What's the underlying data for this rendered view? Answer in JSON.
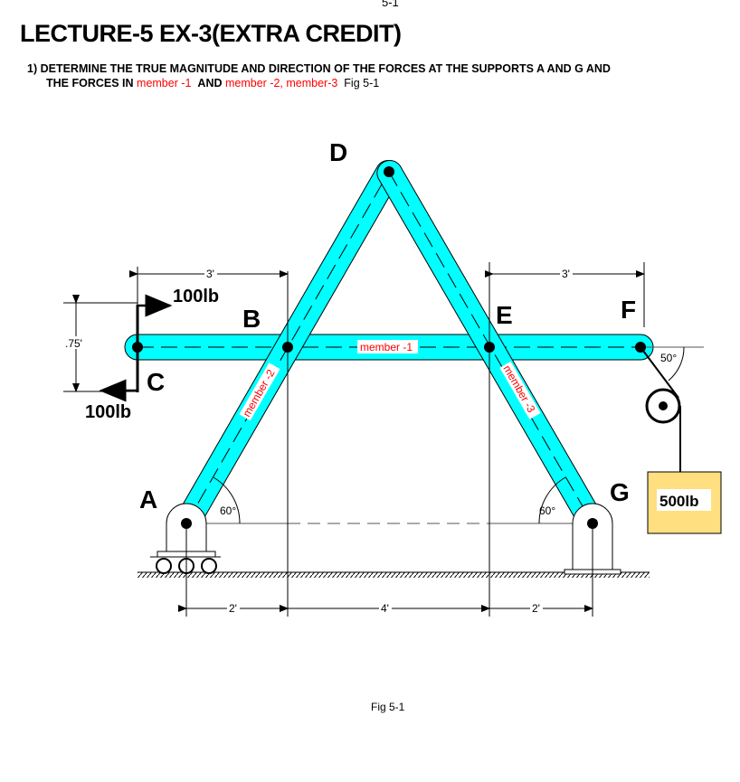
{
  "page_number": "5-1",
  "title": "LECTURE-5 EX-3(EXTRA CREDIT)",
  "question": {
    "line1": "1) DETERMINE THE TRUE MAGNITUDE AND DIRECTION OF THE FORCES AT THE SUPPORTS A AND G AND",
    "line2_prefix": "THE FORCES IN",
    "member1": "member -1",
    "and": "AND",
    "member23": "member -2, member-3",
    "fig_ref": "Fig 5-1"
  },
  "diagram": {
    "points": {
      "A": "A",
      "B": "B",
      "C": "C",
      "D": "D",
      "E": "E",
      "F": "F",
      "G": "G"
    },
    "members": {
      "m1": "member -1",
      "m2": "member -2",
      "m3": "member -3"
    },
    "loads": {
      "top": "100lb",
      "bottom": "100lb",
      "weight": "500lb"
    },
    "dimensions": {
      "cb": "3'",
      "ef": "3'",
      "height": ".75'",
      "ab": "2'",
      "be": "4'",
      "eg": "2'"
    },
    "angles": {
      "a": "60°",
      "g": "60°",
      "rope": "50°"
    },
    "member_color": "#00FFFF",
    "label_color": "#FF0000",
    "weight_color": "#FFDF80"
  },
  "caption": "Fig 5-1"
}
